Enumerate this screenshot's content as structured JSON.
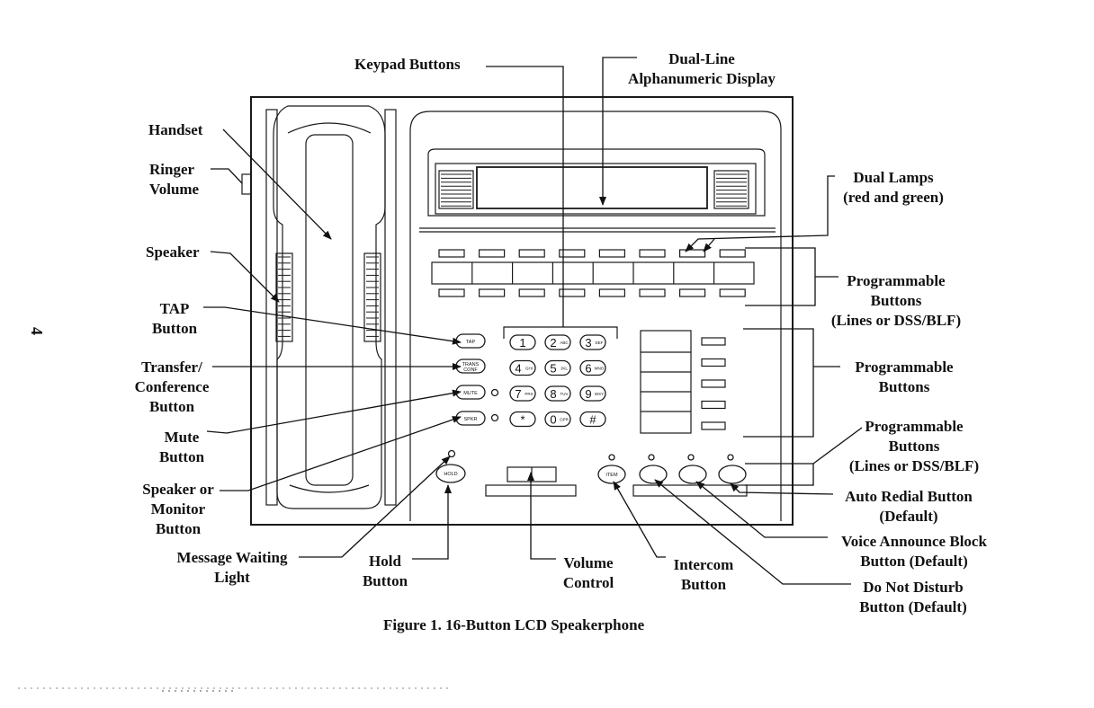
{
  "page_number": "4",
  "caption": "Figure 1.  16-Button LCD Speakerphone",
  "labels": {
    "keypad_buttons": "Keypad Buttons",
    "display_line1": "Dual-Line",
    "display_line2": "Alphanumeric Display",
    "handset": "Handset",
    "ringer_volume_1": "Ringer",
    "ringer_volume_2": "Volume",
    "speaker": "Speaker",
    "tap_1": "TAP",
    "tap_2": "Button",
    "transfer_1": "Transfer/",
    "transfer_2": "Conference",
    "transfer_3": "Button",
    "mute_1": "Mute",
    "mute_2": "Button",
    "spkr_1": "Speaker or",
    "spkr_2": "Monitor",
    "spkr_3": "Button",
    "msg_1": "Message Waiting",
    "msg_2": "Light",
    "hold_1": "Hold",
    "hold_2": "Button",
    "vol_1": "Volume",
    "vol_2": "Control",
    "icm_1": "Intercom",
    "icm_2": "Button",
    "lamps_1": "Dual Lamps",
    "lamps_2": "(red and green)",
    "prog1_1": "Programmable",
    "prog1_2": "Buttons",
    "prog1_3": "(Lines or DSS/BLF)",
    "prog2_1": "Programmable",
    "prog2_2": "Buttons",
    "prog3_1": "Programmable",
    "prog3_2": "Buttons",
    "prog3_3": "(Lines or DSS/BLF)",
    "redial_1": "Auto Redial Button",
    "redial_2": "(Default)",
    "vab_1": "Voice Announce Block",
    "vab_2": "Button (Default)",
    "dnd_1": "Do Not Disturb",
    "dnd_2": "Button (Default)"
  },
  "keys": {
    "tap": "TAP",
    "trans_1": "TRANS",
    "trans_2": "CONF",
    "mute": "MUTE",
    "spkr": "SPKR",
    "hold": "HOLD",
    "item": "ITEM"
  },
  "keypad": [
    {
      "digit": "1",
      "letters": ""
    },
    {
      "digit": "2",
      "letters": "ABC"
    },
    {
      "digit": "3",
      "letters": "DEF"
    },
    {
      "digit": "4",
      "letters": "GHI"
    },
    {
      "digit": "5",
      "letters": "JKL"
    },
    {
      "digit": "6",
      "letters": "MNO"
    },
    {
      "digit": "7",
      "letters": "PRS"
    },
    {
      "digit": "8",
      "letters": "TUV"
    },
    {
      "digit": "9",
      "letters": "WXY"
    },
    {
      "digit": "*",
      "letters": ""
    },
    {
      "digit": "0",
      "letters": "OPR"
    },
    {
      "digit": "#",
      "letters": ""
    }
  ]
}
